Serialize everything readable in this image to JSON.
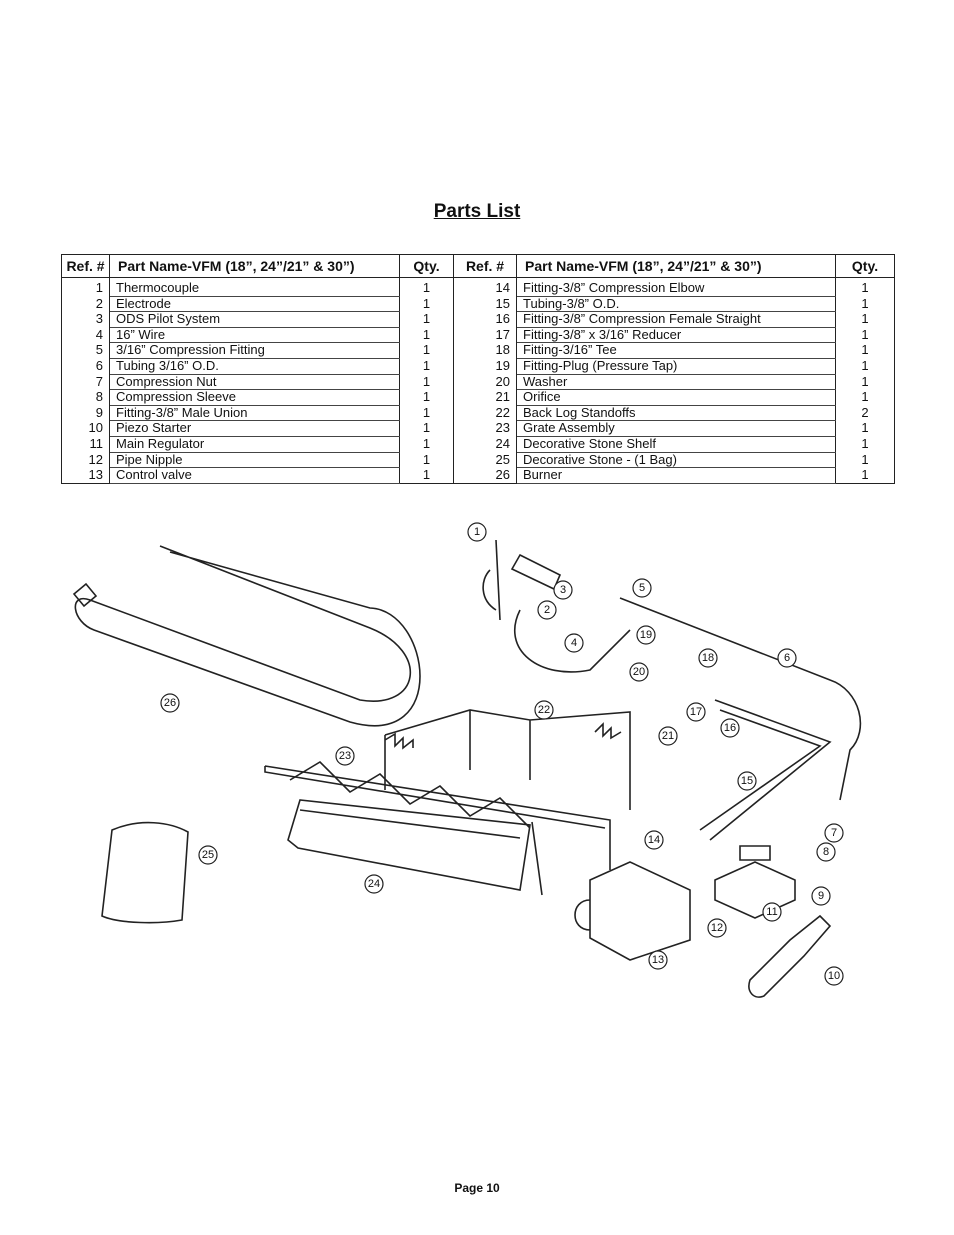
{
  "title": "Parts List",
  "table": {
    "headers": {
      "ref": "Ref. #",
      "name": "Part Name-VFM (18”, 24”/21” & 30”)",
      "qty": "Qty."
    },
    "rows": [
      {
        "l_ref": "1",
        "l_name": "Thermocouple",
        "l_qty": "1",
        "r_ref": "14",
        "r_name": "Fitting-3/8” Compression Elbow",
        "r_qty": "1"
      },
      {
        "l_ref": "2",
        "l_name": "Electrode",
        "l_qty": "1",
        "r_ref": "15",
        "r_name": "Tubing-3/8” O.D.",
        "r_qty": "1"
      },
      {
        "l_ref": "3",
        "l_name": "ODS Pilot System",
        "l_qty": "1",
        "r_ref": "16",
        "r_name": "Fitting-3/8” Compression Female Straight",
        "r_qty": "1"
      },
      {
        "l_ref": "4",
        "l_name": "16” Wire",
        "l_qty": "1",
        "r_ref": "17",
        "r_name": "Fitting-3/8” x 3/16” Reducer",
        "r_qty": "1"
      },
      {
        "l_ref": "5",
        "l_name": "3/16” Compression Fitting",
        "l_qty": "1",
        "r_ref": "18",
        "r_name": "Fitting-3/16” Tee",
        "r_qty": "1"
      },
      {
        "l_ref": "6",
        "l_name": "Tubing 3/16” O.D.",
        "l_qty": "1",
        "r_ref": "19",
        "r_name": "Fitting-Plug (Pressure Tap)",
        "r_qty": "1"
      },
      {
        "l_ref": "7",
        "l_name": "Compression Nut",
        "l_qty": "1",
        "r_ref": "20",
        "r_name": "Washer",
        "r_qty": "1"
      },
      {
        "l_ref": "8",
        "l_name": "Compression Sleeve",
        "l_qty": "1",
        "r_ref": "21",
        "r_name": "Orifice",
        "r_qty": "1"
      },
      {
        "l_ref": "9",
        "l_name": "Fitting-3/8” Male Union",
        "l_qty": "1",
        "r_ref": "22",
        "r_name": "Back Log Standoffs",
        "r_qty": "2"
      },
      {
        "l_ref": "10",
        "l_name": "Piezo Starter",
        "l_qty": "1",
        "r_ref": "23",
        "r_name": "Grate Assembly",
        "r_qty": "1"
      },
      {
        "l_ref": "11",
        "l_name": "Main Regulator",
        "l_qty": "1",
        "r_ref": "24",
        "r_name": "Decorative Stone Shelf",
        "r_qty": "1"
      },
      {
        "l_ref": "12",
        "l_name": "Pipe Nipple",
        "l_qty": "1",
        "r_ref": "25",
        "r_name": "Decorative Stone - (1 Bag)",
        "r_qty": "1"
      },
      {
        "l_ref": "13",
        "l_name": "Control valve",
        "l_qty": "1",
        "r_ref": "26",
        "r_name": "Burner",
        "r_qty": "1"
      }
    ]
  },
  "diagram": {
    "callouts": [
      "1",
      "2",
      "3",
      "4",
      "5",
      "6",
      "7",
      "8",
      "9",
      "10",
      "11",
      "12",
      "13",
      "14",
      "15",
      "16",
      "17",
      "18",
      "19",
      "20",
      "21",
      "22",
      "23",
      "24",
      "25",
      "26"
    ]
  },
  "footer": {
    "page": "Page 10"
  }
}
